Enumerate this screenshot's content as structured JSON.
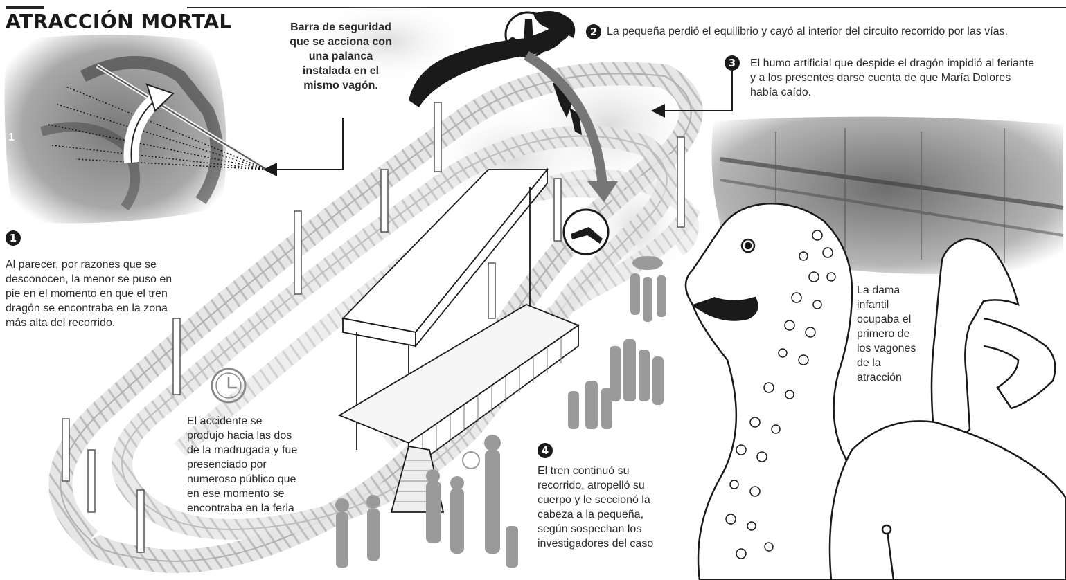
{
  "title": "ATRACCIÓN MORTAL",
  "photo_label": "1",
  "callouts": {
    "safety_bar": "Barra de seguridad que se acciona con una palanca instalada en el mismo vagón.",
    "step1": {
      "num": "1",
      "text": "Al parecer, por razones que se desconocen, la menor se puso en pie en el momento en que el tren dragón se encontraba en la zona más alta del recorrido."
    },
    "step2": {
      "num": "2",
      "text": "La pequeña perdió el equilibrio y cayó al interior del circuito recorrido por las vías."
    },
    "step3": {
      "num": "3",
      "text": "El humo artificial que despide el dragón impidió al feriante y a los presentes darse cuenta de que María Dolores había caído."
    },
    "step4": {
      "num": "4",
      "text": "El tren continuó su recorrido, atropelló su cuerpo y le seccionó la cabeza a la pequeña, según sospechan los investigadores del caso"
    },
    "time": "El accidente se produjo hacia las dos de la madrugada y fue presenciado por numeroso público que en ese momento se encontraba en la feria",
    "dragon_lady": "La dama infantil ocupaba el primero de los vagones de la atracción"
  },
  "colors": {
    "ink": "#1a1a1a",
    "track": "#c8c8c8",
    "crowd": "#9a9a9a",
    "arrow": "#777777"
  },
  "icons": [
    "clock-icon",
    "falling-figure-icon",
    "dragon-head-illustration",
    "girl-figure-illustration"
  ]
}
